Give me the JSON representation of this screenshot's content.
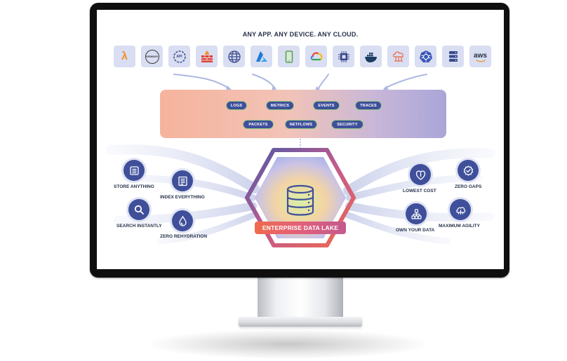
{
  "headline": "ANY APP. ANY DEVICE. ANY CLOUD.",
  "sources": [
    {
      "icon": "lambda-icon",
      "text": "λ",
      "color": "#f0902a"
    },
    {
      "icon": "vmware-icon",
      "text": "vmware",
      "color": "#3b3b3b"
    },
    {
      "icon": "api-icon",
      "text": "API",
      "color": "#3a4a8c"
    },
    {
      "icon": "firewall-icon",
      "text": "",
      "color": "#d9443a"
    },
    {
      "icon": "globe-icon",
      "text": "",
      "color": "#3a4a8c"
    },
    {
      "icon": "azure-icon",
      "text": "",
      "color": "#1f7ad6"
    },
    {
      "icon": "mobile-icon",
      "text": "",
      "color": "#5aa748"
    },
    {
      "icon": "google-cloud-icon",
      "text": "",
      "color": "#e8453c"
    },
    {
      "icon": "chip-icon",
      "text": "",
      "color": "#3a4a8c"
    },
    {
      "icon": "docker-icon",
      "text": "",
      "color": "#1d3c63"
    },
    {
      "icon": "cloud-network-icon",
      "text": "",
      "color": "#f06a4c"
    },
    {
      "icon": "kubernetes-icon",
      "text": "",
      "color": "#3a56b8"
    },
    {
      "icon": "server-stack-icon",
      "text": "",
      "color": "#3a4a8c"
    },
    {
      "icon": "aws-icon",
      "text": "aws",
      "color": "#232f3e"
    }
  ],
  "data_types": [
    "LOGS",
    "METRICS",
    "EVENTS",
    "TRACES",
    "PACKETS",
    "NETFLOWS",
    "SECURITY"
  ],
  "left_features": {
    "store": "STORE ANYTHING",
    "index": "INDEX EVERYTHING",
    "search": "SEARCH INSTANTLY",
    "rehydration": "ZERO REHYDRATION"
  },
  "right_features": {
    "cost": "LOWEST COST",
    "gaps": "ZERO GAPS",
    "own": "OWN YOUR DATA",
    "agility": "MAXIMUM AGILITY"
  },
  "center_label": "ENTERPRISE DATA LAKE",
  "colors": {
    "navy": "#3f4f9a",
    "text_dark": "#27324a",
    "icon_tile": "#d9def2",
    "accent_orange": "#f06a4c",
    "accent_green": "#8fc87c"
  }
}
